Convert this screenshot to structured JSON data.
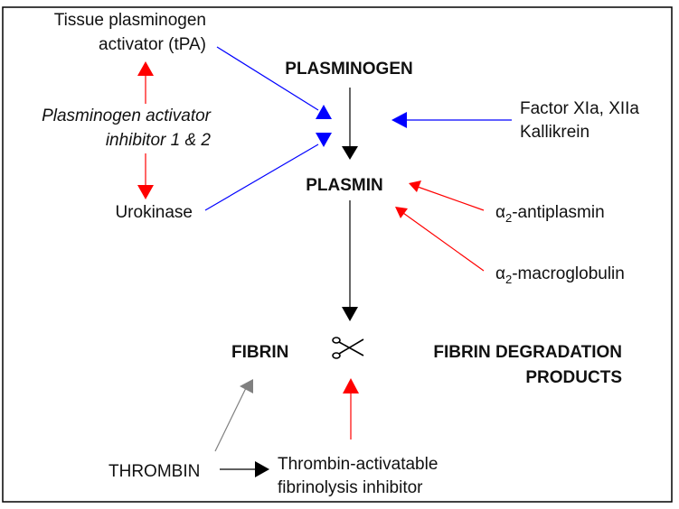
{
  "nodes": {
    "tpa": [
      "Tissue plasminogen",
      "activator (tPA)"
    ],
    "pai": [
      "Plasminogen activator",
      "inhibitor 1 & 2"
    ],
    "urokinase": "Urokinase",
    "plasminogen": "PLASMINOGEN",
    "plasmin": "PLASMIN",
    "factors": [
      "Factor XIa, XIIa",
      "Kallikrein"
    ],
    "antiplasmin": {
      "alpha": "α",
      "sub": "2",
      "rest": "-antiplasmin"
    },
    "macroglobulin": {
      "alpha": "α",
      "sub": "2",
      "rest": "-macroglobulin"
    },
    "fibrin": "FIBRIN",
    "fdp": [
      "FIBRIN DEGRADATION",
      "PRODUCTS"
    ],
    "thrombin": "THROMBIN",
    "tafi": [
      "Thrombin-activatable",
      "fibrinolysis inhibitor"
    ]
  },
  "colors": {
    "activation": "#0000ff",
    "inhibition": "#ff0000",
    "flow": "#000000",
    "thrombin": "#808080"
  },
  "icons": {
    "cleavage": "scissors-icon"
  }
}
